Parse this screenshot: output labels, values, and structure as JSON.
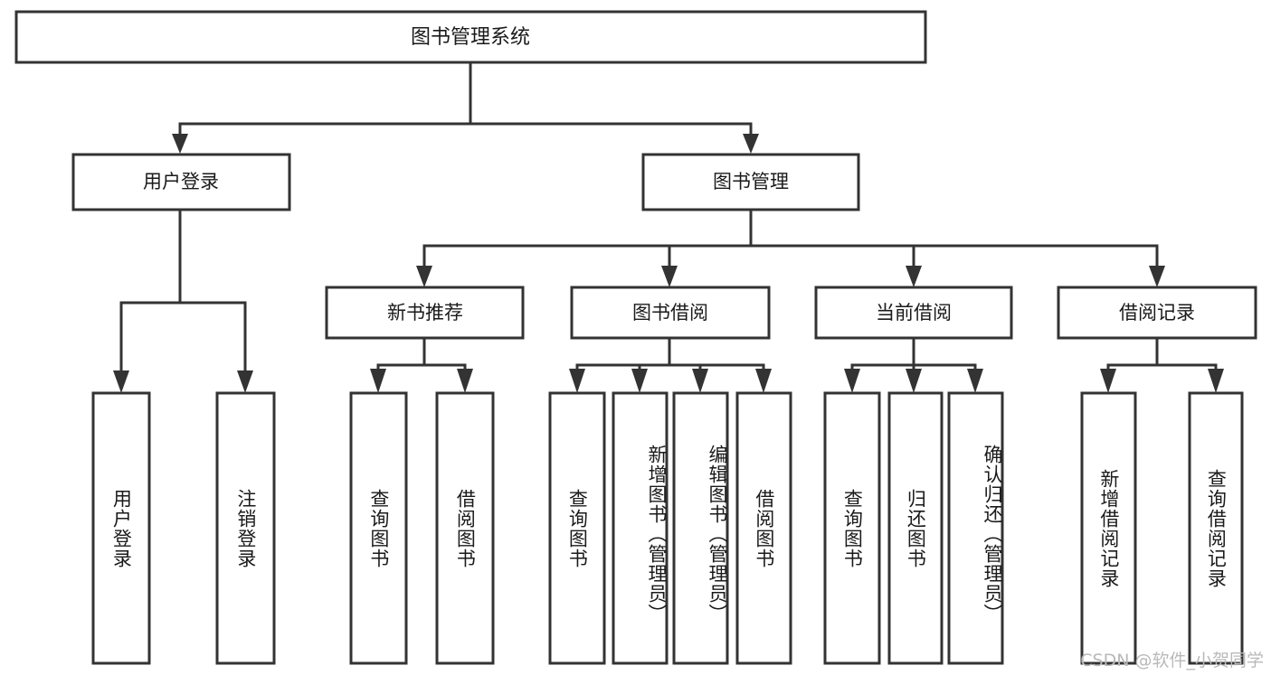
{
  "diagram": {
    "title": "图书管理系统",
    "type": "tree",
    "watermark": "CSDN @软件_小贺同学",
    "colors": {
      "background": "#ffffff",
      "stroke": "#333333",
      "box_fill": "#ffffff",
      "text": "#1a1a1a",
      "watermark": "#b9b9b9"
    },
    "root": {
      "id": "root",
      "label": "图书管理系统",
      "orientation": "horizontal"
    },
    "level2": [
      {
        "id": "user-login",
        "label": "用户登录",
        "orientation": "horizontal"
      },
      {
        "id": "book-manage",
        "label": "图书管理",
        "orientation": "horizontal"
      }
    ],
    "level3": [
      {
        "id": "new-book-recommend",
        "label": "新书推荐",
        "orientation": "horizontal",
        "parent": "book-manage"
      },
      {
        "id": "book-borrow",
        "label": "图书借阅",
        "orientation": "horizontal",
        "parent": "book-manage"
      },
      {
        "id": "current-borrow",
        "label": "当前借阅",
        "orientation": "horizontal",
        "parent": "book-manage"
      },
      {
        "id": "borrow-record",
        "label": "借阅记录",
        "orientation": "horizontal",
        "parent": "book-manage"
      }
    ],
    "leaves": [
      {
        "id": "leaf-user-login",
        "label": "用户登录",
        "parent": "user-login",
        "orientation": "vertical"
      },
      {
        "id": "leaf-user-logout",
        "label": "注销登录",
        "parent": "user-login",
        "orientation": "vertical"
      },
      {
        "id": "leaf-query-book-1",
        "label": "查询图书",
        "parent": "new-book-recommend",
        "orientation": "vertical"
      },
      {
        "id": "leaf-borrow-book-1",
        "label": "借阅图书",
        "parent": "new-book-recommend",
        "orientation": "vertical"
      },
      {
        "id": "leaf-query-book-2",
        "label": "查询图书",
        "parent": "book-borrow",
        "orientation": "vertical"
      },
      {
        "id": "leaf-add-book",
        "label": "新增图书（管理员）",
        "parent": "book-borrow",
        "orientation": "vertical"
      },
      {
        "id": "leaf-edit-book",
        "label": "编辑图书（管理员）",
        "parent": "book-borrow",
        "orientation": "vertical"
      },
      {
        "id": "leaf-borrow-book-2",
        "label": "借阅图书",
        "parent": "book-borrow",
        "orientation": "vertical"
      },
      {
        "id": "leaf-query-book-3",
        "label": "查询图书",
        "parent": "current-borrow",
        "orientation": "vertical"
      },
      {
        "id": "leaf-return-book",
        "label": "归还图书",
        "parent": "current-borrow",
        "orientation": "vertical"
      },
      {
        "id": "leaf-confirm-return",
        "label": "确认归还（管理员）",
        "parent": "current-borrow",
        "orientation": "vertical"
      },
      {
        "id": "leaf-add-record",
        "label": "新增借阅记录",
        "parent": "borrow-record",
        "orientation": "vertical"
      },
      {
        "id": "leaf-query-record",
        "label": "查询借阅记录",
        "parent": "borrow-record",
        "orientation": "vertical"
      }
    ]
  }
}
